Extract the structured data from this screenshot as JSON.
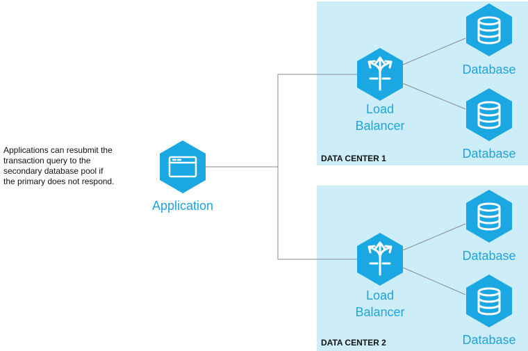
{
  "note": {
    "lines": [
      "Applications can resubmit the",
      "transaction query to the",
      "secondary database pool if",
      "the primary does not respond."
    ]
  },
  "application": {
    "label": "Application",
    "icon": "browser-window-icon"
  },
  "data_centers": [
    {
      "title": "DATA CENTER 1",
      "load_balancer": {
        "label_lines": [
          "Load",
          "Balancer"
        ],
        "icon": "split-arrows-icon"
      },
      "databases": [
        {
          "label": "Database",
          "icon": "database-icon"
        },
        {
          "label": "Database",
          "icon": "database-icon"
        }
      ]
    },
    {
      "title": "DATA CENTER 2",
      "load_balancer": {
        "label_lines": [
          "Load",
          "Balancer"
        ],
        "icon": "split-arrows-icon"
      },
      "databases": [
        {
          "label": "Database",
          "icon": "database-icon"
        },
        {
          "label": "Database",
          "icon": "database-icon"
        }
      ]
    }
  ],
  "colors": {
    "panel": "#cdeef9",
    "hexagon": "#1aa7e2",
    "label": "#1fa3dc",
    "connector": "#8a8a8a"
  }
}
